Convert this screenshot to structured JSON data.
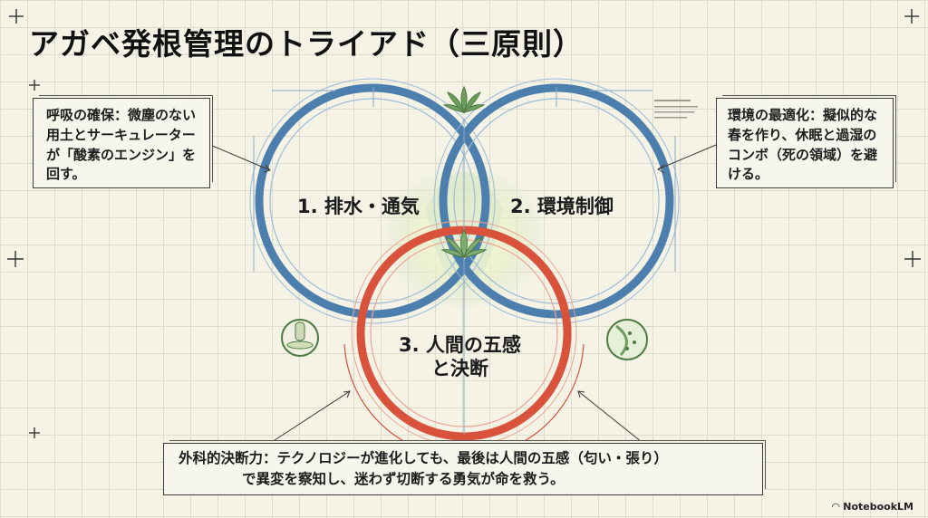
{
  "title": "アガベ発根管理のトライアド（三原則）",
  "circles": {
    "c1": "1. 排水・通気",
    "c2": "2. 環境制御",
    "c3_line1": "3. 人間の五感",
    "c3_line2": "と決断"
  },
  "box_left": {
    "lead": "呼吸の確保：",
    "text": "微塵のない用土とサーキュレーターが「酸素のエンジン」を回す。"
  },
  "box_right": {
    "lead": "環境の最適化：",
    "text": "擬似的な春を作り、休眠と過湿のコンボ（死の領域）を避ける。"
  },
  "box_bottom": {
    "lead": "外科的決断力：",
    "line1": "テクノロジーが進化しても、最後は人間の五感（匂い・張り）",
    "line2": "で異変を察知し、迷わず切断する勇気が命を救う。"
  },
  "brand": "NotebookLM",
  "colors": {
    "blue": "#4d7fae",
    "red": "#d9533c",
    "green": "#7fae72"
  }
}
